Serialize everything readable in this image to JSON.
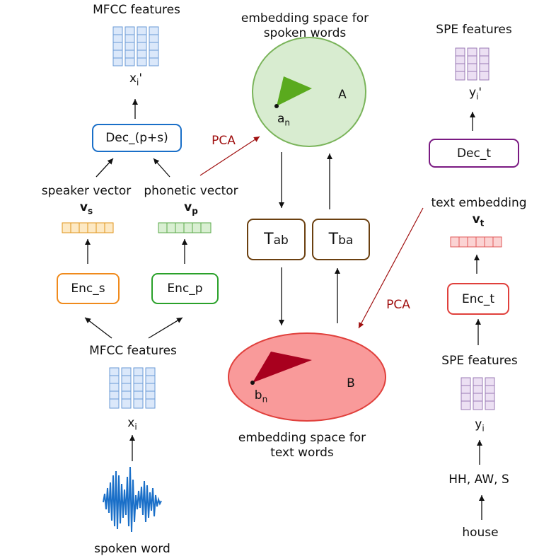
{
  "left": {
    "mfcc_top_title": "MFCC features",
    "x_prime": "xi'",
    "dec_label": "Dec_(p+s)",
    "speaker_vector_label": "speaker vector",
    "speaker_vector_symbol": "vs",
    "phonetic_vector_label": "phonetic vector",
    "phonetic_vector_symbol": "vp",
    "enc_s_label": "Enc_s",
    "enc_p_label": "Enc_p",
    "mfcc_bottom_title": "MFCC features",
    "x_i": "xi",
    "spoken_word_label": "spoken word"
  },
  "middle": {
    "space_a_title_line1": "embedding space for",
    "space_a_title_line2": "spoken words",
    "a_label": "A",
    "a_n": "an",
    "pca_left": "PCA",
    "tab_label": "Tab",
    "tba_label": "Tba",
    "b_label": "B",
    "b_n": "bn",
    "space_b_title_line1": "embedding space for",
    "space_b_title_line2": "text words",
    "pca_right": "PCA"
  },
  "right": {
    "spe_top_title": "SPE features",
    "y_prime": "yi'",
    "dec_t_label": "Dec_t",
    "text_embedding_label": "text embedding",
    "text_embedding_symbol": "vt",
    "enc_t_label": "Enc_t",
    "spe_bottom_title": "SPE features",
    "y_i": "yi",
    "phonemes": "HH, AW, S",
    "word": "house"
  },
  "colors": {
    "blue": "#1a6fc8",
    "orange": "#f08a1c",
    "green": "#2aa12a",
    "brown": "#6b4010",
    "purple": "#7a1a82",
    "red": "#e0403c",
    "arrow_red": "#a01010"
  }
}
